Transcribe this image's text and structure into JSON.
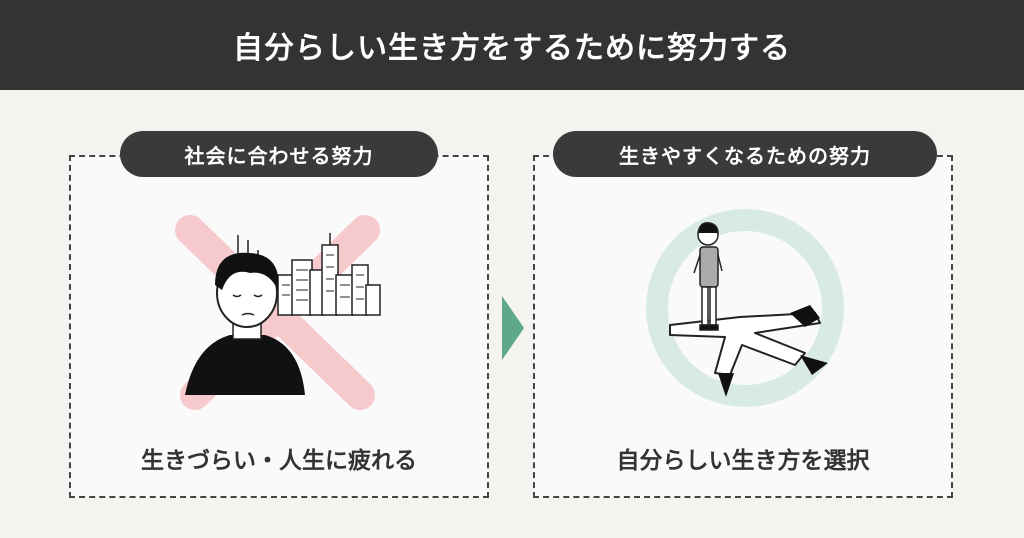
{
  "header": {
    "title": "自分らしい生き方をするために努力する"
  },
  "left_panel": {
    "label": "社会に合わせる努力",
    "caption": "生きづらい・人生に疲れる"
  },
  "right_panel": {
    "label": "生きやすくなるための努力",
    "caption": "自分らしい生き方を選択"
  },
  "colors": {
    "banner": "#333333",
    "cross": "#f6c9cc",
    "ring": "#d8ebe3",
    "arrow": "#5fa88a"
  }
}
